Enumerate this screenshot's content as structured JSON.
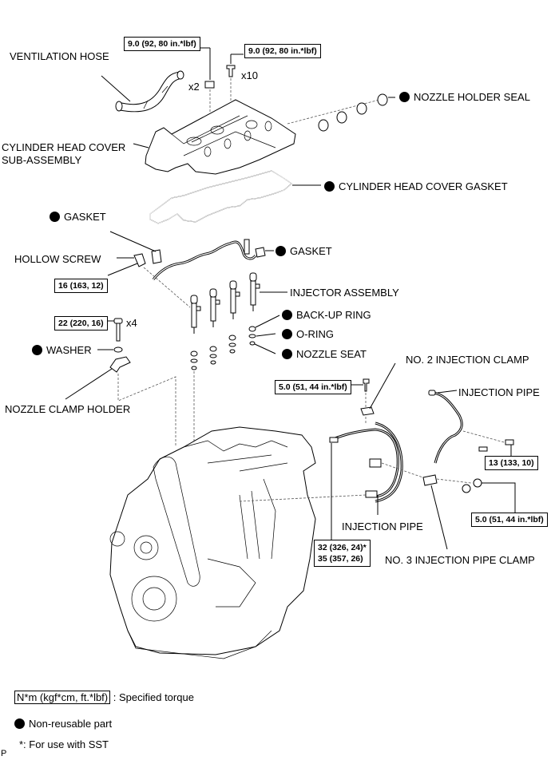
{
  "diagram": {
    "parts": {
      "ventilation_hose": "VENTILATION HOSE",
      "cylinder_head_cover_line1": "CYLINDER HEAD COVER",
      "cylinder_head_cover_line2": "SUB-ASSEMBLY",
      "nozzle_holder_seal": "NOZZLE HOLDER SEAL",
      "cylinder_head_cover_gasket": "CYLINDER HEAD COVER GASKET",
      "gasket_left": "GASKET",
      "gasket_right": "GASKET",
      "hollow_screw": "HOLLOW SCREW",
      "injector_assembly": "INJECTOR ASSEMBLY",
      "back_up_ring": "BACK-UP RING",
      "o_ring": "O-RING",
      "nozzle_seat": "NOZZLE SEAT",
      "washer": "WASHER",
      "nozzle_clamp_holder": "NOZZLE CLAMP HOLDER",
      "no2_injection_clamp": "NO. 2 INJECTION CLAMP",
      "injection_pipe_upper": "INJECTION PIPE",
      "injection_pipe_lower": "INJECTION PIPE",
      "no3_injection_pipe_clamp": "NO. 3 INJECTION PIPE CLAMP"
    },
    "quantities": {
      "nut_qty": "x2",
      "bolt_qty": "x10",
      "clamp_bolt_qty": "x4"
    },
    "torques": {
      "cover_nut": "9.0 (92, 80 in.*lbf)",
      "cover_bolt": "9.0 (92, 80 in.*lbf)",
      "hollow_screw": "16 (163, 12)",
      "clamp_bolt": "22 (220, 16)",
      "no2_clamp_bolt": "5.0 (51, 44 in.*lbf)",
      "pipe_bolt": "13 (133, 10)",
      "no3_clamp_nut": "5.0 (51, 44 in.*lbf)",
      "pipe_nut_line1": "32 (326, 24)*",
      "pipe_nut_line2": "35 (357, 26)"
    },
    "non_reusable_marker": "filled-circle"
  },
  "legend": {
    "torque_unit": "N*m (kgf*cm, ft.*lbf)",
    "torque_desc": ": Specified torque",
    "non_reusable": "Non-reusable part",
    "sst_note": "*: For use with SST"
  },
  "footer_mark": "P"
}
